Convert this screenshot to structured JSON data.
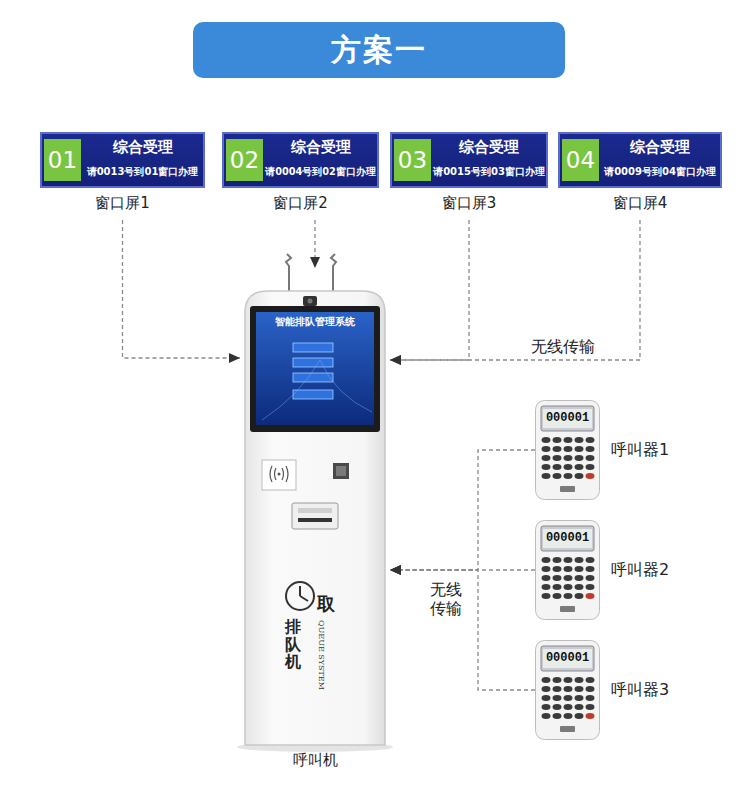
{
  "diagram": {
    "title": "方案一",
    "nodes": [
      {
        "text": [
          "01",
          "综合受理",
          "请0013号到01窗口办理",
          "窗口屏1"
        ]
      },
      {
        "text": [
          "02",
          "综合受理",
          "请0004号到02窗口办理",
          "窗口屏2"
        ]
      },
      {
        "text": [
          "03",
          "综合受理",
          "请0015号到03窗口办理",
          "窗口屏3"
        ]
      },
      {
        "text": [
          "04",
          "综合受理",
          "请0009号到04窗口办理",
          "窗口屏4"
        ]
      },
      {
        "text": [
          "智能排队管理系统",
          "取",
          "排队机",
          "QUEUE SYSTEM",
          "呼叫机"
        ]
      },
      {
        "text": [
          "000001",
          "呼叫器1"
        ]
      },
      {
        "text": [
          "000001",
          "呼叫器2"
        ]
      },
      {
        "text": [
          "000001",
          "呼叫器3"
        ]
      }
    ],
    "edges": [
      {
        "from": 0,
        "to": 4,
        "arrow": "to"
      },
      {
        "from": 1,
        "to": 4,
        "arrow": "to"
      },
      {
        "from": 2,
        "to": 4,
        "arrow": "to"
      },
      {
        "from": 3,
        "to": 4,
        "arrow": "to",
        "label": "无线传输"
      },
      {
        "from": 5,
        "to": 4,
        "arrow": "to"
      },
      {
        "from": 6,
        "to": 4,
        "arrow": "to",
        "label": "无线传输"
      },
      {
        "from": 7,
        "to": 4,
        "arrow": "to"
      }
    ]
  }
}
